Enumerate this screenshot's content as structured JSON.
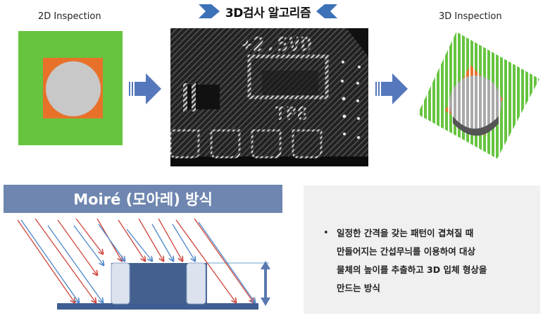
{
  "header": {
    "title": "3D검사 알고리즘",
    "chevron_color": "#3c72b8"
  },
  "left_panel": {
    "label": "2D Inspection",
    "colors": {
      "board": "#66c43f",
      "pad": "#e8712a",
      "solder": "#c8c8c8"
    }
  },
  "right_panel": {
    "label": "3D Inspection",
    "colors": {
      "board": "#66c43f",
      "pad": "#e8712a",
      "solder": "#bdbdbd",
      "fringe": "#ffffff"
    }
  },
  "center_image": {
    "description": "PCB moire fringe capture",
    "silkscreen_texts": [
      "+2.5VD",
      "TP8"
    ],
    "background": "#1a1a1a"
  },
  "arrows": {
    "color": "#5577bb"
  },
  "moire_section": {
    "title": "Moiré (모아레) 방식",
    "bar_color": "#6e86b0",
    "diagram": {
      "base_color": "#3f5d93",
      "component_color": "#43608f",
      "cap_color": "#dce3ef",
      "ray_red": "#d0453b",
      "ray_blue": "#4d86c8",
      "height_arrow_color": "#5a79b0"
    }
  },
  "description": {
    "bullet": "•",
    "lines": [
      "일정한 간격을 갖는 패턴이 겹쳐질 때",
      "만들어지는 간섭무늬를 이용하여 대상",
      "물체의 높이를 추출하고 3D 입체 형상을",
      "만드는 방식"
    ]
  }
}
